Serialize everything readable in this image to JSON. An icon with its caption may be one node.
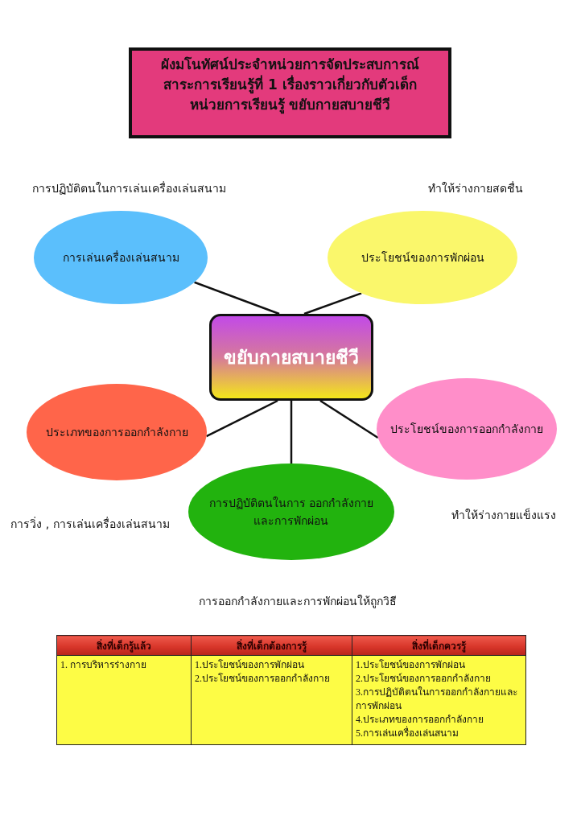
{
  "diagram": {
    "title": "ผังมโนทัศน์ประจำหน่วยการจัดประสบการณ์ สาระการเรียนรู้ที่ 1 เรื่องราวเกี่ยวกับตัวเด็ก หน่วยการเรียนรู้ ขยับกายสบายชีวี",
    "nodes": [
      {
        "text": [
          "การเล่นเครื่องเล่นสนาม"
        ],
        "beside": [
          "การปฏิบัติตนในการเล่นเครื่องเล่นสนาม"
        ]
      },
      {
        "text": [
          "ประโยชน์ของการพักผ่อน"
        ],
        "beside": [
          "ทำให้ร่างกายสดชื่น"
        ]
      },
      {
        "text": [
          "ขยับกายสบายชีวี"
        ]
      },
      {
        "text": [
          "ประเภทของการออกกำลังกาย"
        ]
      },
      {
        "text": [
          "ประโยชน์ของการออกกำลังกาย"
        ],
        "beside": [
          "ทำให้ร่างกายแข็งแรง"
        ]
      },
      {
        "text": [
          "การปฏิบัติตนในการ ออกกำลังกาย และการพักผ่อน"
        ],
        "beside": [
          "การออกกำลังกายและการพักผ่อนให้ถูกวิธี"
        ]
      }
    ],
    "edges": [
      {
        "from": 2,
        "to": 0,
        "arrow": "none"
      },
      {
        "from": 2,
        "to": 1,
        "arrow": "none"
      },
      {
        "from": 2,
        "to": 3,
        "arrow": "none"
      },
      {
        "from": 2,
        "to": 4,
        "arrow": "none"
      },
      {
        "from": 2,
        "to": 5,
        "arrow": "none"
      }
    ],
    "labels": [
      "การวิ่ง , การเล่นเครื่องเล่นสนาม",
      "สิ่งที่เด็กรู้แล้ว",
      "สิ่งที่เด็กต้องการรู้",
      "สิ่งที่เด็กควรรู้",
      "1. การบริหารร่างกาย",
      "1.ประโยชน์ของการพักผ่อน",
      "2.ประโยชน์ของการออกกำลังกาย",
      "1.ประโยชน์ของการพักผ่อน",
      "2.ประโยชน์ของการออกกำลังกาย",
      "3.การปฏิบัติตนในการออกกำลังกายและการพักผ่อน",
      "4.ประเภทของการออกกำลังกาย",
      "5.การเล่นเครื่องเล่นสนาม"
    ]
  }
}
